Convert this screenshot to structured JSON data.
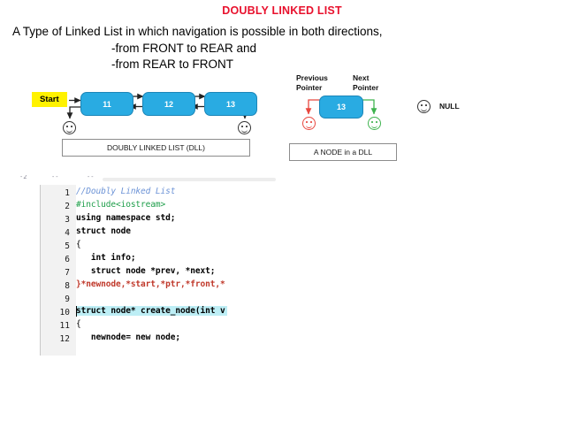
{
  "slide": {
    "title": "DOUBLY LINKED LIST",
    "intro_line_1": "A Type of Linked List in which navigation is possible in both directions,",
    "intro_line_2": "-from FRONT to REAR and",
    "intro_line_3": "-from REAR to FRONT"
  },
  "dll_diagram": {
    "start_label": "Start",
    "nodes": [
      {
        "value": "11"
      },
      {
        "value": "12"
      },
      {
        "value": "13"
      }
    ],
    "caption": "DOUBLY LINKED LIST (DLL)",
    "node_fill_color": "#29ABE2",
    "node_border_color": "#1C86B8",
    "start_highlight_color": "#FFF200",
    "null_smiley_name": "smiley-face-icon"
  },
  "node_diagram": {
    "previous_pointer_label_line1": "Previous",
    "previous_pointer_label_line2": "Pointer",
    "next_pointer_label_line1": "Next",
    "next_pointer_label_line2": "Pointer",
    "node_value": "13",
    "caption": "A NODE in a DLL",
    "previous_color": "#E8473F",
    "next_color": "#3FB34F"
  },
  "legend": {
    "null_label": "NULL"
  },
  "code_editor": {
    "line_numbers": [
      "1",
      "2",
      "3",
      "4",
      "5",
      "6",
      "7",
      "8",
      "9",
      "10",
      "11",
      "12"
    ],
    "lines": [
      {
        "n": "1",
        "text": "//Doubly Linked List"
      },
      {
        "n": "2",
        "text": "#include<iostream>"
      },
      {
        "n": "3",
        "text": "using namespace std;"
      },
      {
        "n": "4",
        "text": "struct node"
      },
      {
        "n": "5",
        "text": "{"
      },
      {
        "n": "6",
        "text": "   int info;"
      },
      {
        "n": "7",
        "text": "   struct node *prev, *next;"
      },
      {
        "n": "8",
        "text": "}*newnode,*start,*ptr,*front,*"
      },
      {
        "n": "9",
        "text": ""
      },
      {
        "n": "10",
        "text": "struct node* create_node(int v"
      },
      {
        "n": "11",
        "text": "{"
      },
      {
        "n": "12",
        "text": "   newnode= new node;"
      }
    ],
    "highlight_color": "#BDEEF5",
    "comment_color": "#6C93D6",
    "preprocessor_color": "#1E9E4A",
    "pointer_color": "#C0392B",
    "gutter_color": "#F2F2F2"
  }
}
